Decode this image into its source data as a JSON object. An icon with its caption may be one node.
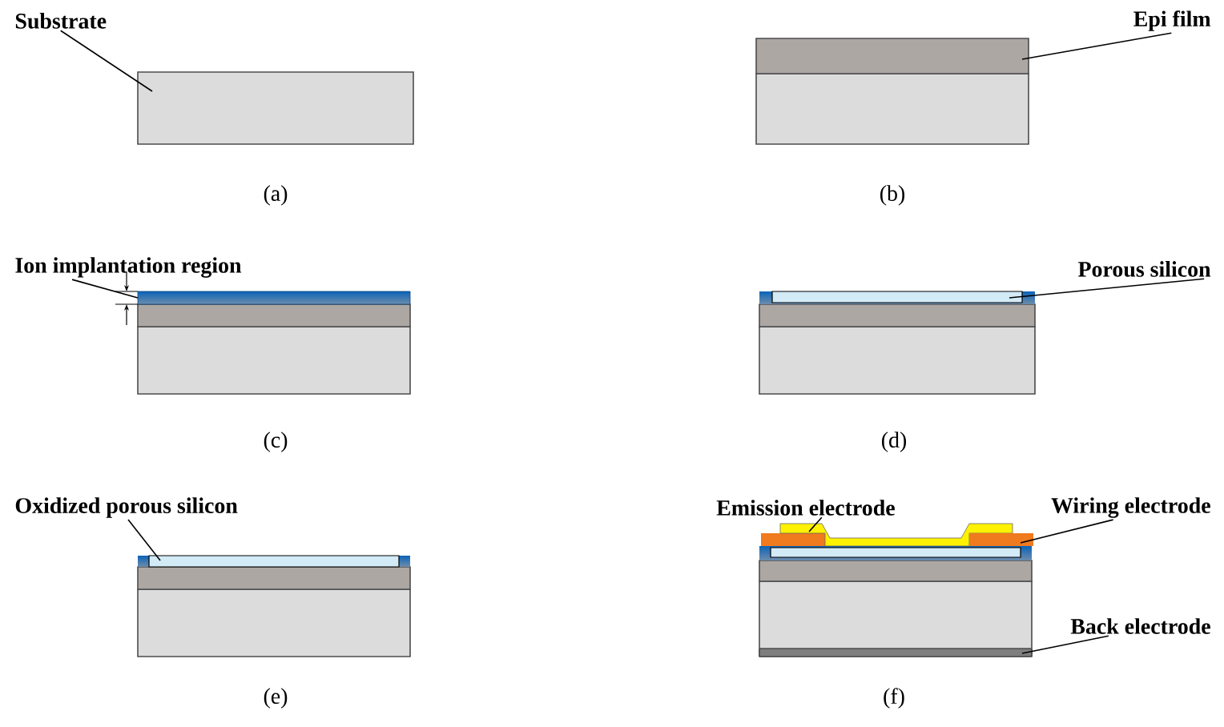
{
  "diagram": {
    "nodes": [
      {
        "text": [
          "Substrate"
        ]
      },
      {
        "text": [],
        "shape": "box"
      },
      {
        "text": [
          "Epi film"
        ]
      },
      {
        "text": [],
        "shape": "box"
      },
      {
        "text": [
          "Ion implantation region"
        ]
      },
      {
        "text": [],
        "shape": "box"
      },
      {
        "text": [
          "Porous silicon"
        ]
      },
      {
        "text": [],
        "shape": "box"
      },
      {
        "text": [
          "Oxidized porous silicon"
        ]
      },
      {
        "text": [],
        "shape": "box"
      },
      {
        "text": [
          "Emission electrode"
        ]
      },
      {
        "text": [],
        "shape": "box"
      },
      {
        "text": [
          "Wiring electrode"
        ]
      },
      {
        "text": [],
        "shape": "box"
      },
      {
        "text": [
          "Back electrode"
        ]
      },
      {
        "text": [],
        "shape": "bar"
      }
    ],
    "edges": [
      {
        "from": 0,
        "to": 1,
        "arrow": "none"
      },
      {
        "from": 2,
        "to": 3,
        "arrow": "none"
      },
      {
        "from": 4,
        "to": 5,
        "arrow": "none"
      },
      {
        "from": 6,
        "to": 7,
        "arrow": "none"
      },
      {
        "from": 8,
        "to": 9,
        "arrow": "none"
      },
      {
        "from": 10,
        "to": 11,
        "arrow": "none"
      },
      {
        "from": 12,
        "to": 13,
        "arrow": "none"
      },
      {
        "from": 14,
        "to": 15,
        "arrow": "none"
      }
    ],
    "labels": [
      "(a)",
      "(b)",
      "(c)",
      "(d)",
      "(e)",
      "(f)"
    ]
  }
}
